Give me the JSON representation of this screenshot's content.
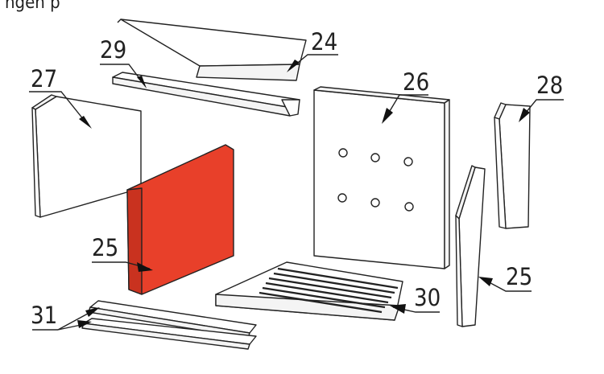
{
  "header_fragment": "ngen p",
  "highlight_color": "#e8402a",
  "labels": {
    "p24": "24",
    "p25a": "25",
    "p25b": "25",
    "p26": "26",
    "p27": "27",
    "p28": "28",
    "p29": "29",
    "p30": "30",
    "p31": "31"
  }
}
